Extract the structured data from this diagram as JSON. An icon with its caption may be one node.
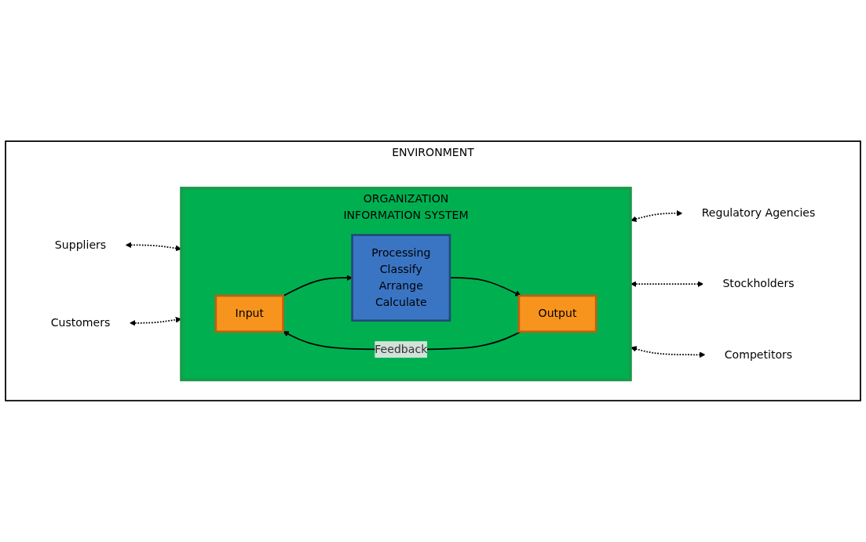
{
  "diagram": {
    "nodes": [
      {
        "text": [
          "ENVIRONMENT"
        ]
      },
      {
        "text": [
          "ORGANIZATION",
          "INFORMATION SYSTEM"
        ],
        "in": 0
      },
      {
        "text": [
          "Input"
        ],
        "in": 1
      },
      {
        "text": [
          "Processing",
          "Classify",
          "Arrange",
          "Calculate"
        ],
        "in": 1
      },
      {
        "text": [
          "Output"
        ],
        "in": 1
      },
      {
        "text": [
          "Suppliers"
        ],
        "in": 0
      },
      {
        "text": [
          "Customers"
        ],
        "in": 0
      },
      {
        "text": [
          "Regulatory Agencies"
        ],
        "in": 0
      },
      {
        "text": [
          "Stockholders"
        ],
        "in": 0
      },
      {
        "text": [
          "Competitors"
        ],
        "in": 0
      }
    ],
    "edges": [
      {
        "from": 2,
        "to": 3,
        "arrow": "to"
      },
      {
        "from": 3,
        "to": 4,
        "arrow": "to"
      },
      {
        "from": 4,
        "to": 2,
        "arrow": "to",
        "label": "Feedback"
      },
      {
        "from": 5,
        "to": 1,
        "arrow": "both",
        "style": "dashed"
      },
      {
        "from": 6,
        "to": 1,
        "arrow": "both",
        "style": "dashed"
      },
      {
        "from": 1,
        "to": 7,
        "arrow": "both",
        "style": "dashed"
      },
      {
        "from": 1,
        "to": 8,
        "arrow": "both",
        "style": "dashed"
      },
      {
        "from": 1,
        "to": 9,
        "arrow": "both",
        "style": "dashed"
      }
    ]
  }
}
